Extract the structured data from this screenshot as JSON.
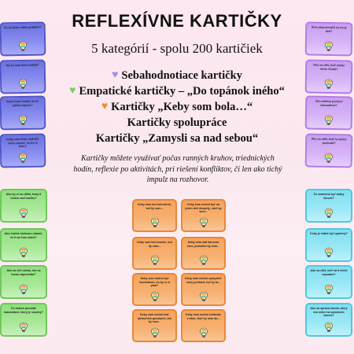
{
  "title": "REFLEXÍVNE KARTIČKY",
  "subtitle": "5 kategórií - spolu 200 kartičiek",
  "categories": [
    {
      "label": "Sebahodnotiace kartičky",
      "heart": "♥",
      "color": "#a78bf0"
    },
    {
      "label": "Empatické kartičky – „Do topánok iného“",
      "heart": "♥",
      "color": "#7ccf5e"
    },
    {
      "label": "Kartičky „Keby som bola…“",
      "heart": "♥",
      "color": "#f28c2a"
    },
    {
      "label": "Kartičky spolupráce"
    },
    {
      "label": "Kartičky „Zamysli sa nad sebou“"
    }
  ],
  "description": "Kartičky môžete využívať počas ranných kruhov, triednických hodín, reflexie po aktivitách, pri riešení konfliktov, či len ako tichý impulz na rozhovor.",
  "cards_left_top": [
    "Čo mi dnes robilo problém?",
    "Na čo som dnes hrdý/á?",
    "Ktorá časť hodiny sa mi páčila najviac?",
    "Keby som dnes mohol/a niečo zmeniť, čo by to bolo?"
  ],
  "cards_right_top": [
    "Som pripravený/á na nový deň?",
    "Ako sa cítiš, keď niekto niečo hľadá?",
    "Ako môžem pomôcť kamarátovi?",
    "Ako sa cítiš, keď ťa niekto pochváli?"
  ],
  "cards_left_bottom": [
    "Ako by si sa cítil/a, keby ti niekto vzal hračku?",
    "Ako môžeš niekomu ukázať, že ti na ňom záleží?",
    "Ako sa cítil niekto, kto sa hanbí odpovedať?",
    "Čo môžeš povedať kamarátovi, ktorý je smutný?"
  ],
  "cards_right_bottom": [
    "Čo znamená byť dobrý človek?",
    "Kedy je ťažké byť úprimný?",
    "Ako sa cítiš, keď sa ti niečo nepodarí?",
    "Ako sa správa človek, ktorý má srdce na správnom mieste?"
  ],
  "cards_center": [
    "Keby som bol zvieraťom, bol by som...",
    "Keby som mohol byť na jeden deň dospelý, robil by som...",
    "Keby som bol ovocím, bol by som...",
    "Keby som mal čarovnú moc, pomohol by som...",
    "Keby som mohol byť kúzelníkom, čo by si si prial?",
    "Keby som mohol vymyslieť nový predmet, bol by to...",
    "Keby som mohol mať akékoľvek povolanie, bol by som...",
    "Keby som mohol cestovať v čase, išiel by som do..."
  ]
}
